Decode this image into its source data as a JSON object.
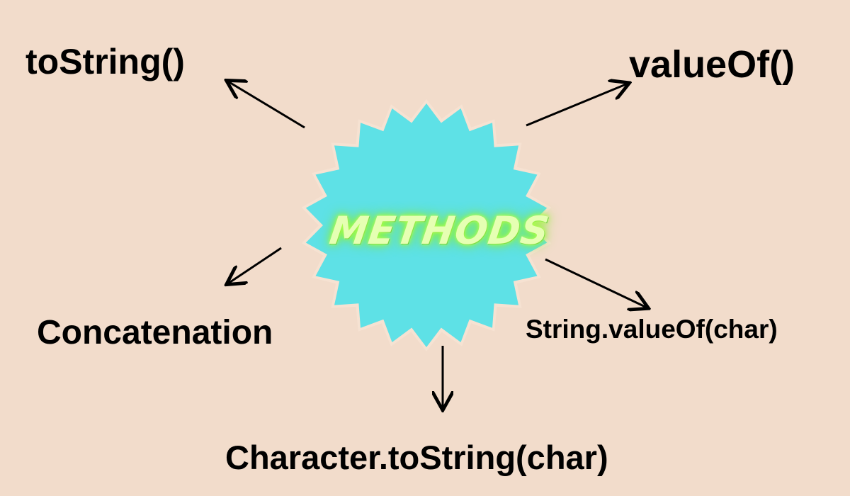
{
  "center": {
    "label": "METHODS",
    "burst_color": "#5ee1e6",
    "text_color": "#e6ffb3",
    "glow_color": "#9cff3a"
  },
  "methods": [
    {
      "id": "tostring",
      "label": "toString()"
    },
    {
      "id": "valueof",
      "label": "valueOf()"
    },
    {
      "id": "concatenation",
      "label": "Concatenation"
    },
    {
      "id": "string-valueof-char",
      "label": "String.valueOf(char)"
    },
    {
      "id": "character-tostring-char",
      "label": "Character.toString(char)"
    }
  ],
  "colors": {
    "background": "#f2dccb",
    "arrow": "#000000",
    "text": "#000000"
  }
}
